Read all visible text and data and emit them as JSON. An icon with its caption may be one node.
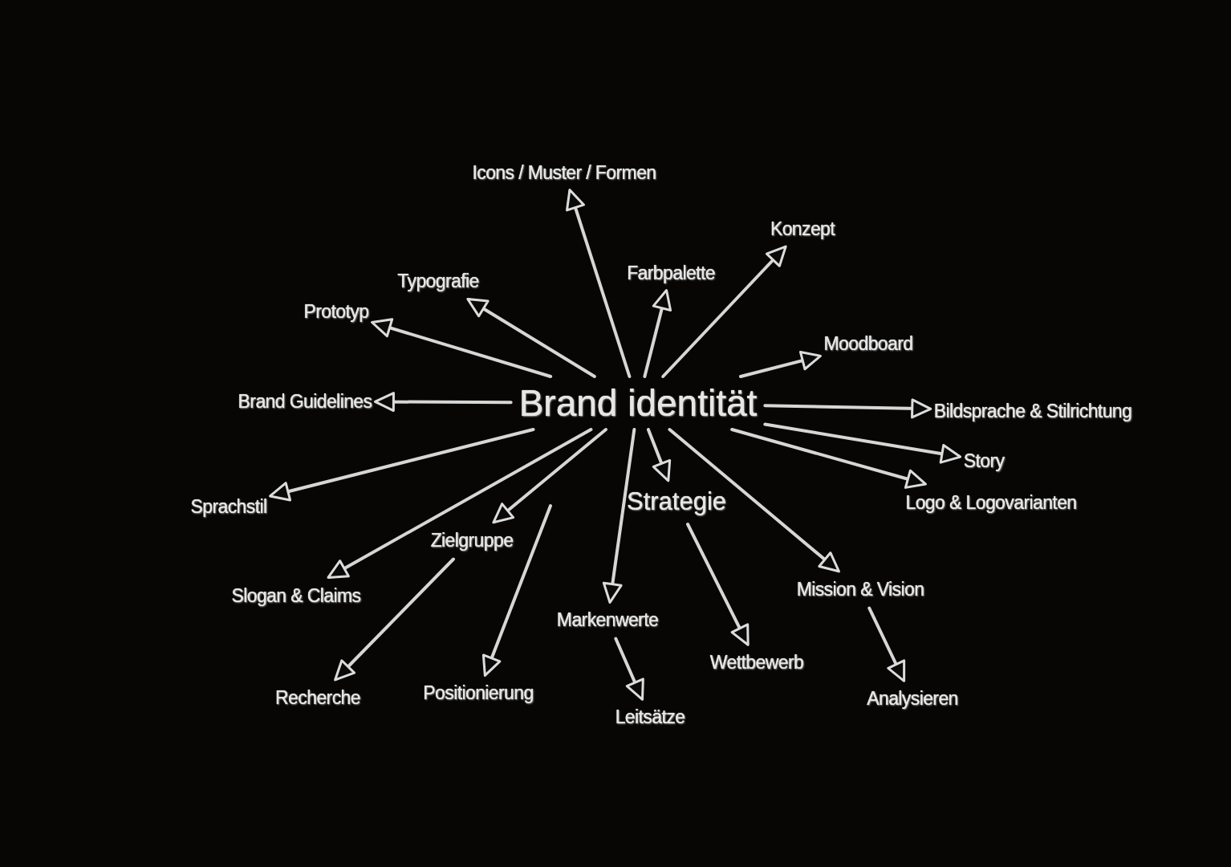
{
  "diagram": {
    "nodes": [
      {
        "text": [
          "Brand identität"
        ]
      },
      {
        "text": [
          "Icons / Muster / Formen"
        ]
      },
      {
        "text": [
          "Konzept"
        ]
      },
      {
        "text": [
          "Typografie"
        ]
      },
      {
        "text": [
          "Farbpalette"
        ]
      },
      {
        "text": [
          "Prototyp"
        ]
      },
      {
        "text": [
          "Moodboard"
        ]
      },
      {
        "text": [
          "Brand Guidelines"
        ]
      },
      {
        "text": [
          "Bildsprache & Stilrichtung"
        ]
      },
      {
        "text": [
          "Sprachstil"
        ]
      },
      {
        "text": [
          "Story"
        ]
      },
      {
        "text": [
          "Strategie"
        ]
      },
      {
        "text": [
          "Logo & Logovarianten"
        ]
      },
      {
        "text": [
          "Zielgruppe"
        ]
      },
      {
        "text": [
          "Slogan & Claims"
        ]
      },
      {
        "text": [
          "Mission & Vision"
        ]
      },
      {
        "text": [
          "Markenwerte"
        ]
      },
      {
        "text": [
          "Wettbewerb"
        ]
      },
      {
        "text": [
          "Recherche"
        ]
      },
      {
        "text": [
          "Positionierung"
        ]
      },
      {
        "text": [
          "Leitsätze"
        ]
      },
      {
        "text": [
          "Analysieren"
        ]
      }
    ],
    "edges": [
      {
        "from": 0,
        "to": 1,
        "arrow": "to"
      },
      {
        "from": 0,
        "to": 2,
        "arrow": "to"
      },
      {
        "from": 0,
        "to": 3,
        "arrow": "to"
      },
      {
        "from": 0,
        "to": 4,
        "arrow": "to"
      },
      {
        "from": 0,
        "to": 5,
        "arrow": "to"
      },
      {
        "from": 0,
        "to": 6,
        "arrow": "to"
      },
      {
        "from": 0,
        "to": 7,
        "arrow": "to"
      },
      {
        "from": 0,
        "to": 8,
        "arrow": "to"
      },
      {
        "from": 0,
        "to": 9,
        "arrow": "to"
      },
      {
        "from": 0,
        "to": 10,
        "arrow": "to"
      },
      {
        "from": 0,
        "to": 11,
        "arrow": "to"
      },
      {
        "from": 0,
        "to": 12,
        "arrow": "to"
      },
      {
        "from": 0,
        "to": 13,
        "arrow": "to"
      },
      {
        "from": 0,
        "to": 14,
        "arrow": "to"
      },
      {
        "from": 0,
        "to": 15,
        "arrow": "to"
      },
      {
        "from": 0,
        "to": 16,
        "arrow": "to"
      },
      {
        "from": 11,
        "to": 17,
        "arrow": "to"
      },
      {
        "from": 13,
        "to": 18,
        "arrow": "to"
      },
      {
        "from": null,
        "to": 19,
        "arrow": "to"
      },
      {
        "from": 16,
        "to": 20,
        "arrow": "to"
      },
      {
        "from": 15,
        "to": 21,
        "arrow": "to"
      }
    ]
  }
}
